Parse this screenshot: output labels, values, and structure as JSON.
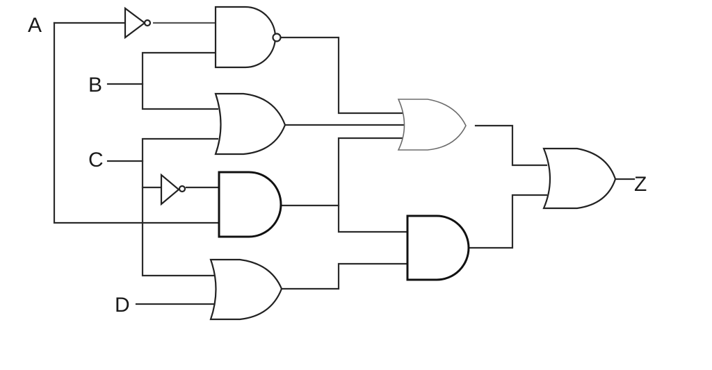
{
  "diagram": {
    "type": "logic-circuit",
    "inputs": [
      {
        "id": "A",
        "label": "A"
      },
      {
        "id": "B",
        "label": "B"
      },
      {
        "id": "C",
        "label": "C"
      },
      {
        "id": "D",
        "label": "D"
      }
    ],
    "output": {
      "id": "Z",
      "label": "Z"
    },
    "gates": [
      {
        "id": "not1",
        "type": "NOT",
        "inputs": [
          "A"
        ]
      },
      {
        "id": "nand1",
        "type": "NAND",
        "inputs": [
          "not1",
          "B"
        ]
      },
      {
        "id": "or1",
        "type": "OR",
        "inputs": [
          "B",
          "C"
        ]
      },
      {
        "id": "not2",
        "type": "NOT",
        "inputs": [
          "C"
        ]
      },
      {
        "id": "and1",
        "type": "AND",
        "inputs": [
          "not2",
          "A"
        ]
      },
      {
        "id": "or2",
        "type": "OR",
        "inputs": [
          "C",
          "D"
        ]
      },
      {
        "id": "or3",
        "type": "OR",
        "inputs": [
          "nand1",
          "or1",
          "and1"
        ]
      },
      {
        "id": "and2",
        "type": "AND",
        "inputs": [
          "and1",
          "or2"
        ]
      },
      {
        "id": "or4",
        "type": "OR",
        "inputs": [
          "or3",
          "and2"
        ],
        "output": "Z"
      }
    ],
    "colors": {
      "wire": "#2a2a2a",
      "gate_stroke": "#222222",
      "light_gate_stroke": "#6b6b6b",
      "background": "#ffffff"
    }
  }
}
